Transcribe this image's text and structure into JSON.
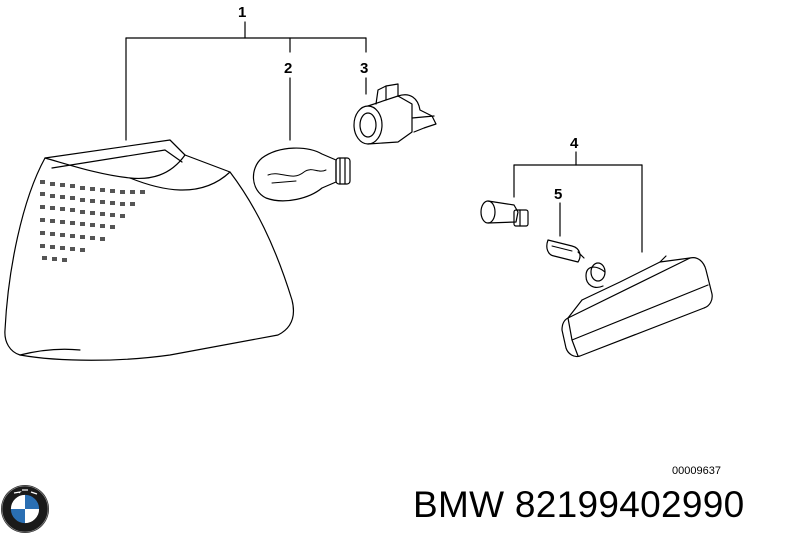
{
  "callouts": {
    "c1": "1",
    "c2": "2",
    "c3": "3",
    "c4": "4",
    "c5": "5"
  },
  "diagram_number": "00009637",
  "caption": {
    "brand": "BMW",
    "part_number": "82199402990",
    "text": "BMW 82199402990"
  },
  "logo": {
    "icon": "bmw-roundel-icon",
    "lettering": "BMW",
    "colors": {
      "blue": "#2a6fb3",
      "ring": "#1a1a1a",
      "white": "#ffffff"
    }
  }
}
